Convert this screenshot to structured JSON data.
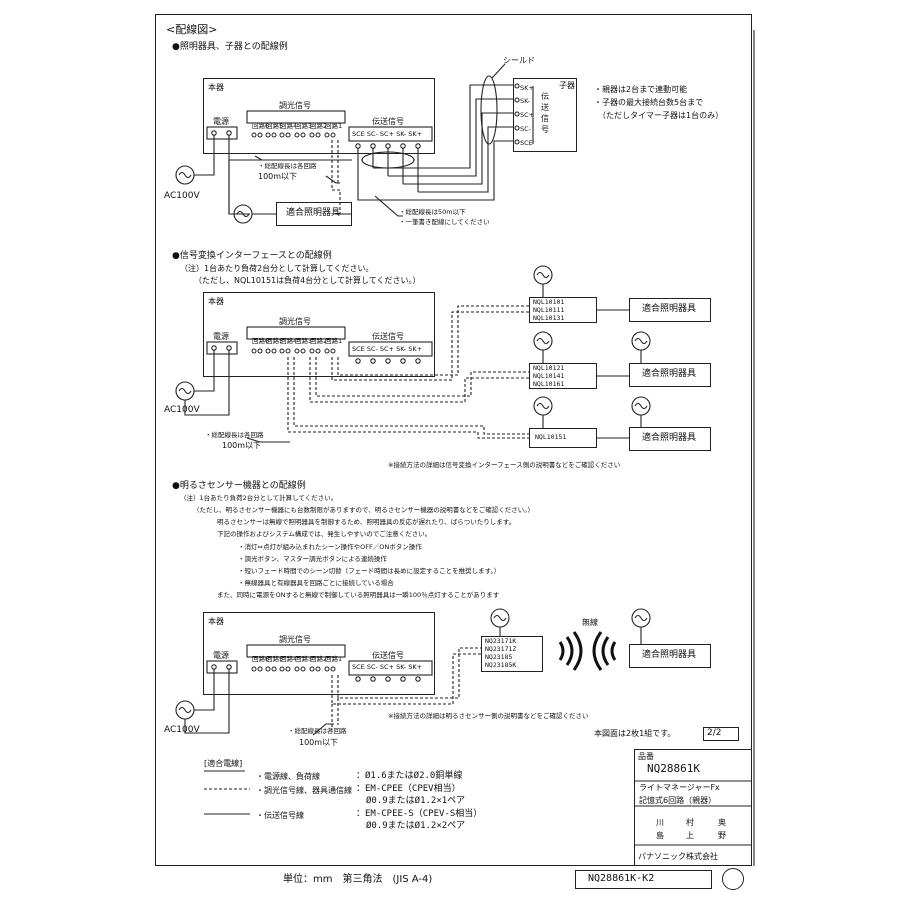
{
  "heading": "<配線図>",
  "sec1": {
    "title": "●照明器具、子器との配線例",
    "honki": "本器",
    "dengen": "電源",
    "chokou": "調光信号",
    "circuits": [
      "回路6",
      "回路5",
      "回路4",
      "回路3",
      "回路2",
      "回路1"
    ],
    "densou": "伝送信号",
    "terms": "SCE SC- SC+ SK- SK+",
    "ac": "AC100V",
    "total": "・総配線長は各回路",
    "total2": "100m以下",
    "fixture": "適合照明器具",
    "shield": "シールド",
    "koki": "子器",
    "koki_terms": [
      "SK+",
      "SK-",
      "SC+",
      "SC-",
      "SCE"
    ],
    "koki_vert": [
      "伝",
      "送",
      "信",
      "号"
    ],
    "note50": "・総配線長は50m以下",
    "note_one": "・一筆書き配線にしてください",
    "notes": [
      "・親器は2台まで連動可能",
      "・子器の最大接続台数5台まで",
      "（ただしタイマー子器は1台のみ）"
    ]
  },
  "sec2": {
    "title": "●信号変換インターフェースとの配線例",
    "note1": "（注）1台あたり負荷2台分として計算してください。",
    "note2": "（ただし、NQL10151は負荷4台分として計算してください。）",
    "honki": "本器",
    "dengen": "電源",
    "chokou": "調光信号",
    "circuits": [
      "回路6",
      "回路5",
      "回路4",
      "回路3",
      "回路2",
      "回路1"
    ],
    "densou": "伝送信号",
    "terms": "SCE SC- SC+ SK- SK+",
    "ac": "AC100V",
    "total": "・総配線長は各回路",
    "total2": "100m以下",
    "if1": [
      "NQL10101",
      "NQL10111",
      "NQL10131"
    ],
    "if2": [
      "NQL10121",
      "NQL10141",
      "NQL10161"
    ],
    "if3": "NQL10151",
    "fixture": "適合照明器具",
    "detail": "※接続方法の詳細は信号変換インターフェース側の説明書などをご確認ください"
  },
  "sec3": {
    "title": "●明るさセンサー機器との配線例",
    "lines": [
      "（注）1台あたり負荷2台分として計算してください。",
      "（ただし、明るさセンサー機器にも台数制限がありますので、明るさセンサー機器の説明書などをご確認ください。）",
      "明るさセンサーは無線で照明器具を制御するため、照明器具の反応が遅れたり、ばらついたりします。",
      "下記の操作およびシステム構成では、発生しやすいのでご注意ください。",
      "・消灯⇔点灯が組み込まれたシーン操作やOFF／ONボタン操作",
      "・調光ボタン、マスター調光ボタンによる連続操作",
      "・短いフェード時間でのシーン切替（フェード時間は長めに設定することを推奨します。）",
      "・無線器具と有線器具を回路ごとに接続している場合",
      "また、同時に電源をONすると無線で制御している照明器具は一瞬100％点灯することがあります"
    ],
    "honki": "本器",
    "dengen": "電源",
    "chokou": "調光信号",
    "circuits": [
      "回路6",
      "回路5",
      "回路4",
      "回路3",
      "回路2",
      "回路1"
    ],
    "densou": "伝送信号",
    "terms": "SCE SC- SC+ SK- SK+",
    "ac": "AC100V",
    "sensors": [
      "NQ23171K",
      "NQ23171Z",
      "NQ23185",
      "NQ23185K"
    ],
    "musen": "無線",
    "fixture": "適合照明器具",
    "total": "・総配線長は各回路",
    "total2": "100m以下",
    "detail": "※接続方法の詳細は明るさセンサー側の説明書などをご確認ください"
  },
  "page_note": "本図面は2枚1組です。",
  "page_num": "2/2",
  "wires": {
    "title": "[適合電線]",
    "power": "・電源線、負荷線",
    "power_v": "：Ø1.6またはØ2.0銅単線",
    "dim": "・調光信号線、器具通信線",
    "dim_v1": "：EM-CPEE（CPEV相当）",
    "dim_v2": "Ø0.9またはØ1.2×1ペア",
    "tx": "・伝送信号線",
    "tx_v1": "：EM-CPEE-S（CPEV-S相当）",
    "tx_v2": "Ø0.9またはØ1.2×2ペア"
  },
  "title_block": {
    "hinban_label": "品番",
    "hinban": "NQ28861K",
    "name1": "ライトマネージャーFx",
    "name2": "記憶式6回路（親器）",
    "sig1": [
      "川",
      "村",
      "奥"
    ],
    "sig2": [
      "島",
      "上",
      "野"
    ],
    "company": "パナソニック株式会社"
  },
  "footer": {
    "unit": "単位：mm　第三角法　(JIS A-4)",
    "code": "NQ28861K-K2"
  }
}
